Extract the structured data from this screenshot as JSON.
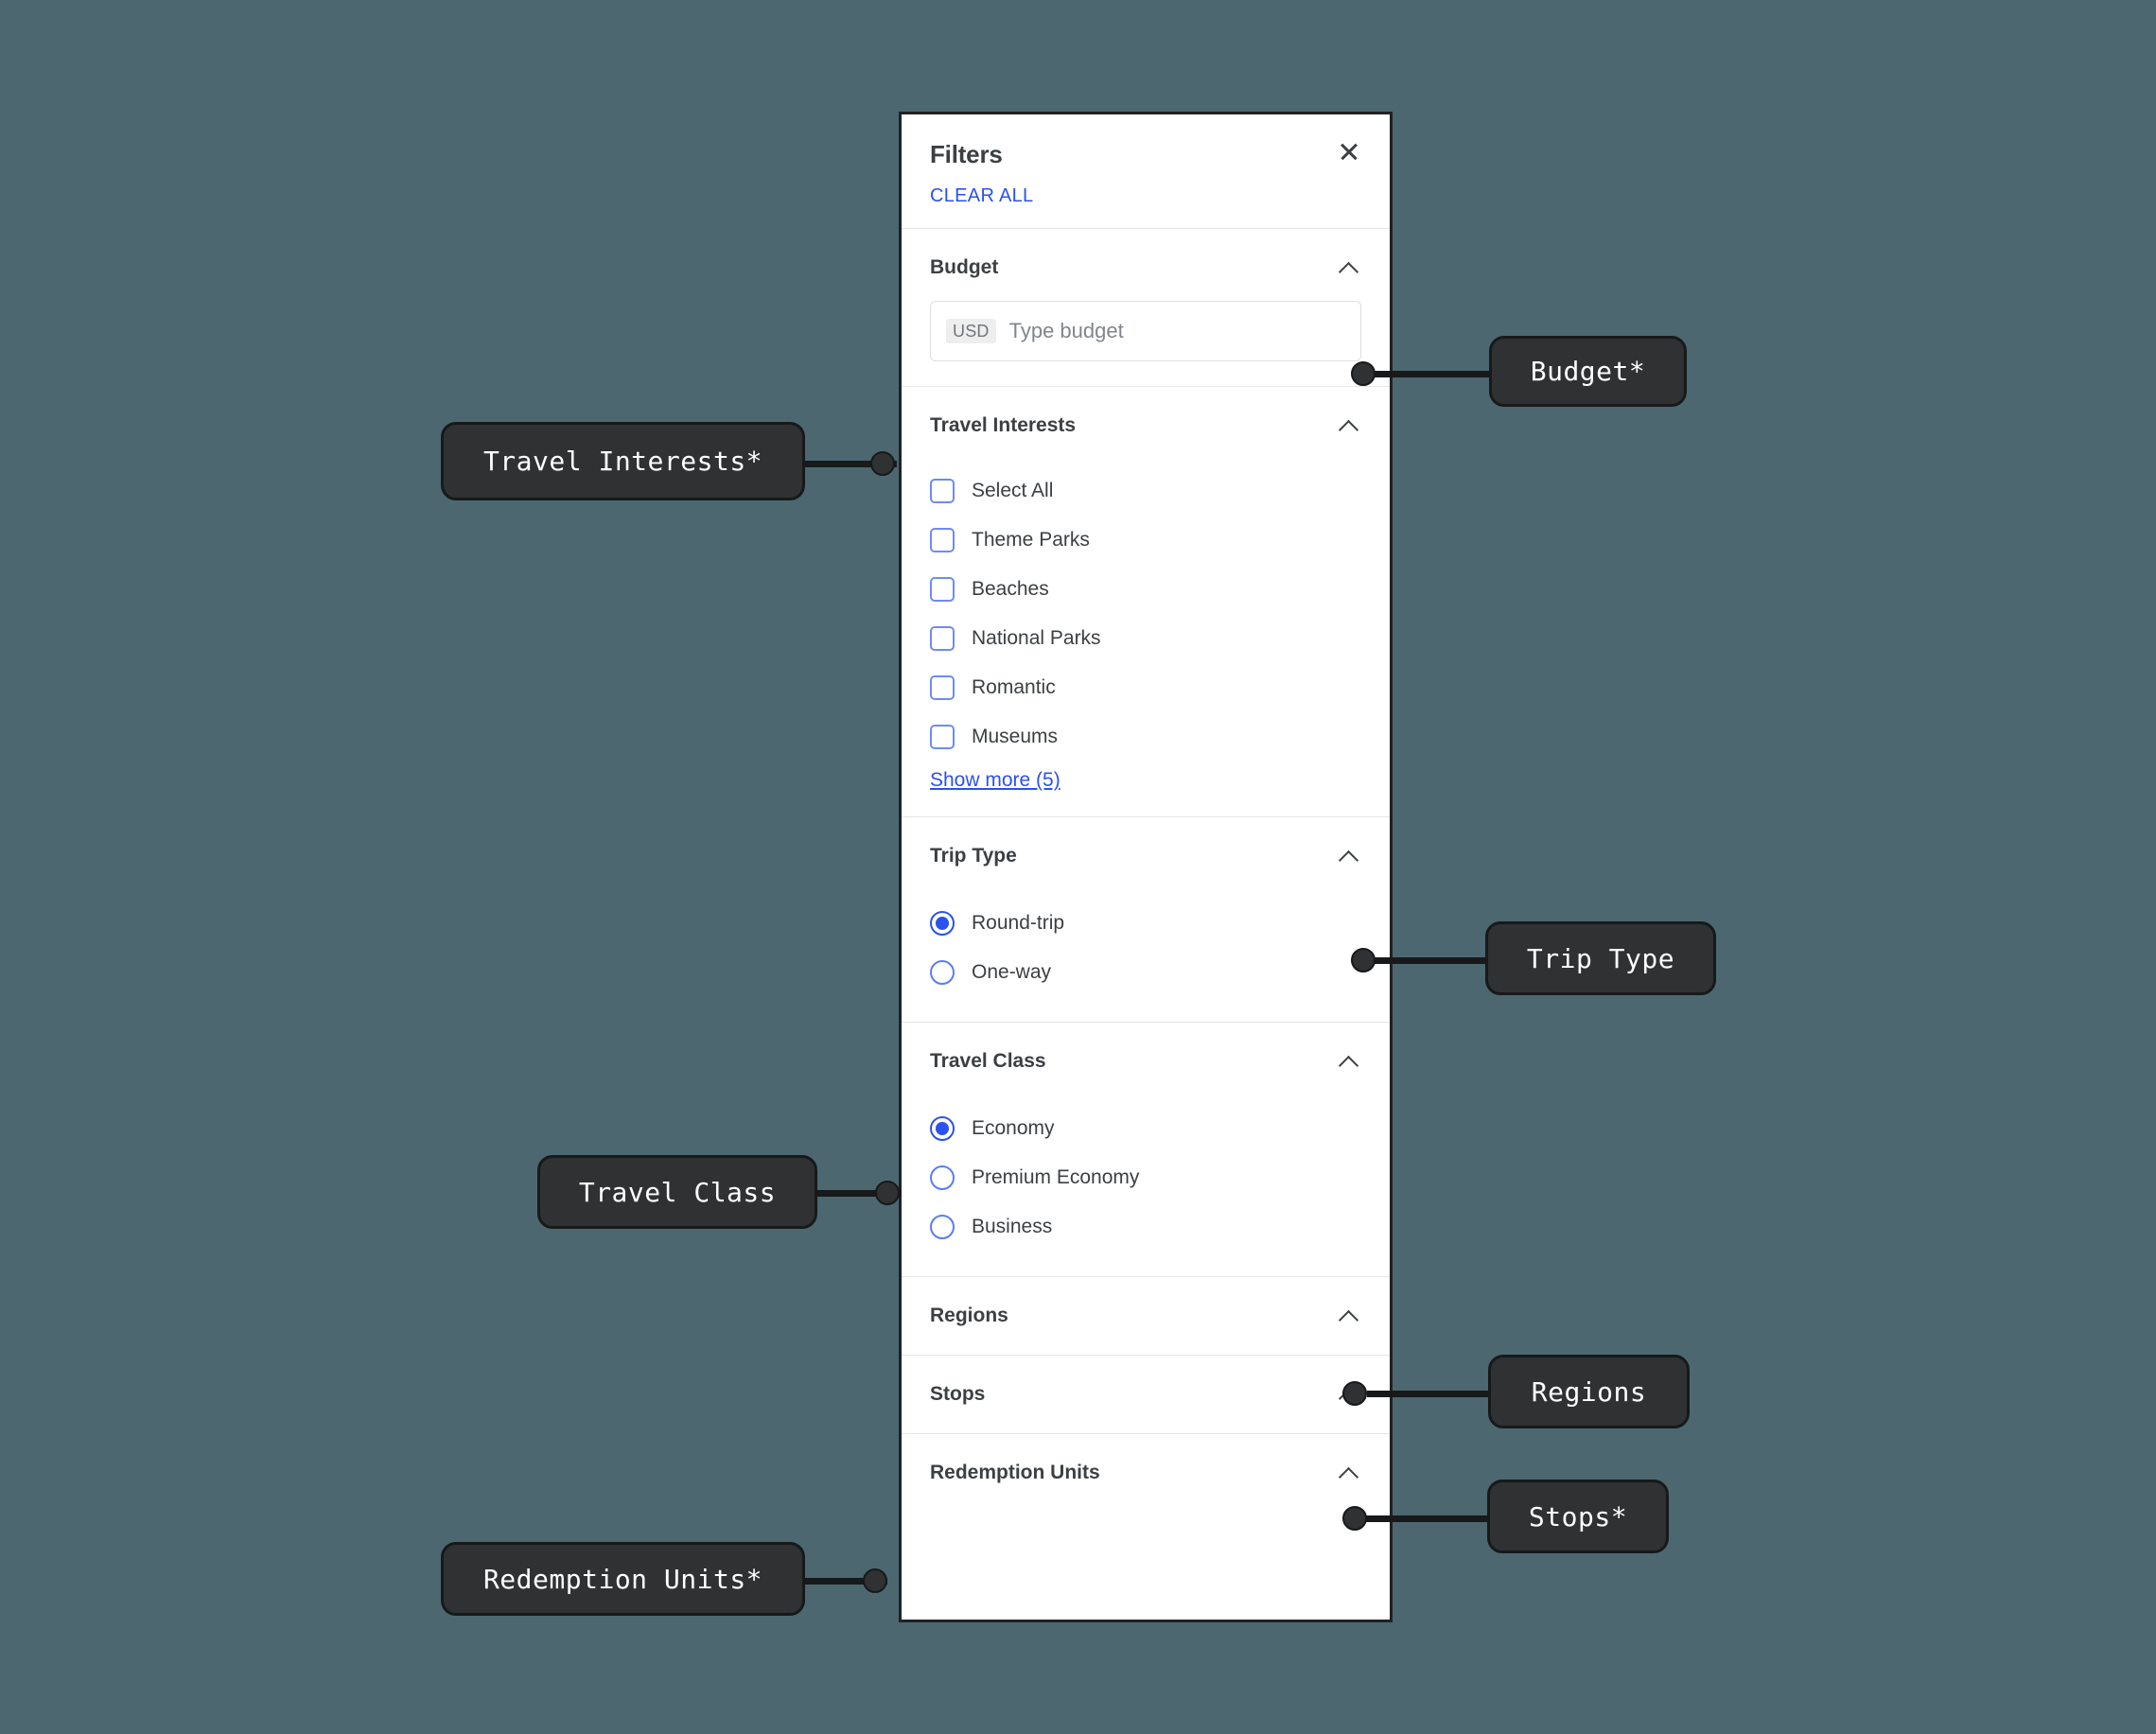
{
  "panel": {
    "title": "Filters",
    "close_icon": "close-icon",
    "clear_all": "CLEAR ALL",
    "sections": [
      {
        "id": "budget",
        "title": "Budget",
        "chevron": "chevron-up-icon",
        "currency_chip": "USD",
        "placeholder": "Type budget",
        "value": ""
      },
      {
        "id": "travel-interests",
        "title": "Travel Interests",
        "chevron": "chevron-up-icon",
        "checkboxes": [
          {
            "label": "Select All",
            "checked": false
          },
          {
            "label": "Theme Parks",
            "checked": false
          },
          {
            "label": "Beaches",
            "checked": false
          },
          {
            "label": "National Parks",
            "checked": false
          },
          {
            "label": "Romantic",
            "checked": false
          },
          {
            "label": "Museums",
            "checked": false
          }
        ],
        "show_more": "Show more (5)"
      },
      {
        "id": "trip-type",
        "title": "Trip Type",
        "chevron": "chevron-up-icon",
        "radios": [
          {
            "label": "Round-trip",
            "selected": true
          },
          {
            "label": "One-way",
            "selected": false
          }
        ]
      },
      {
        "id": "travel-class",
        "title": "Travel Class",
        "chevron": "chevron-up-icon",
        "radios": [
          {
            "label": "Economy",
            "selected": true
          },
          {
            "label": "Premium Economy",
            "selected": false
          },
          {
            "label": "Business",
            "selected": false
          }
        ]
      },
      {
        "id": "regions",
        "title": "Regions",
        "chevron": "chevron-up-icon"
      },
      {
        "id": "stops",
        "title": "Stops",
        "chevron": "chevron-up-icon"
      },
      {
        "id": "redemption-units",
        "title": "Redemption Units",
        "chevron": "chevron-up-icon"
      }
    ]
  },
  "annotations": [
    {
      "id": "budget",
      "label": "Budget*",
      "side": "right"
    },
    {
      "id": "travel-interests",
      "label": "Travel Interests*",
      "side": "left"
    },
    {
      "id": "trip-type",
      "label": "Trip Type",
      "side": "right"
    },
    {
      "id": "travel-class",
      "label": "Travel Class",
      "side": "left"
    },
    {
      "id": "regions",
      "label": "Regions",
      "side": "right"
    },
    {
      "id": "stops",
      "label": "Stops*",
      "side": "right"
    },
    {
      "id": "redemption-units",
      "label": "Redemption Units*",
      "side": "left"
    }
  ],
  "colors": {
    "background": "#4c676f",
    "accent_blue": "#2b51ee",
    "text_primary": "#3c4043",
    "callout_bg": "#2f3133",
    "panel_border": "#1f2224"
  }
}
